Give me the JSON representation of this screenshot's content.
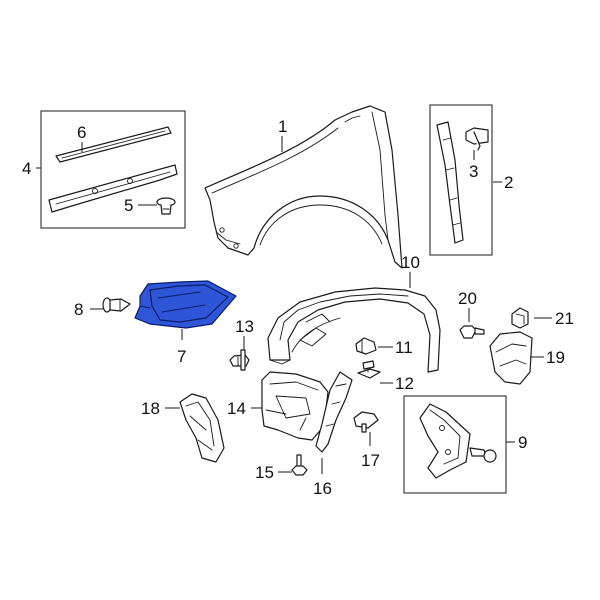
{
  "colors": {
    "line": "#1a1a1a",
    "highlight_fill": "#2f56d6",
    "highlight_stroke": "#0a1c6b",
    "background": "#ffffff"
  },
  "callouts": {
    "c1": "1",
    "c2": "2",
    "c3": "3",
    "c4": "4",
    "c5": "5",
    "c6": "6",
    "c7": "7",
    "c8": "8",
    "c9": "9",
    "c10": "10",
    "c11": "11",
    "c12": "12",
    "c13": "13",
    "c14": "14",
    "c15": "15",
    "c16": "16",
    "c17": "17",
    "c18": "18",
    "c19": "19",
    "c20": "20",
    "c21": "21"
  },
  "highlighted_part": "7"
}
